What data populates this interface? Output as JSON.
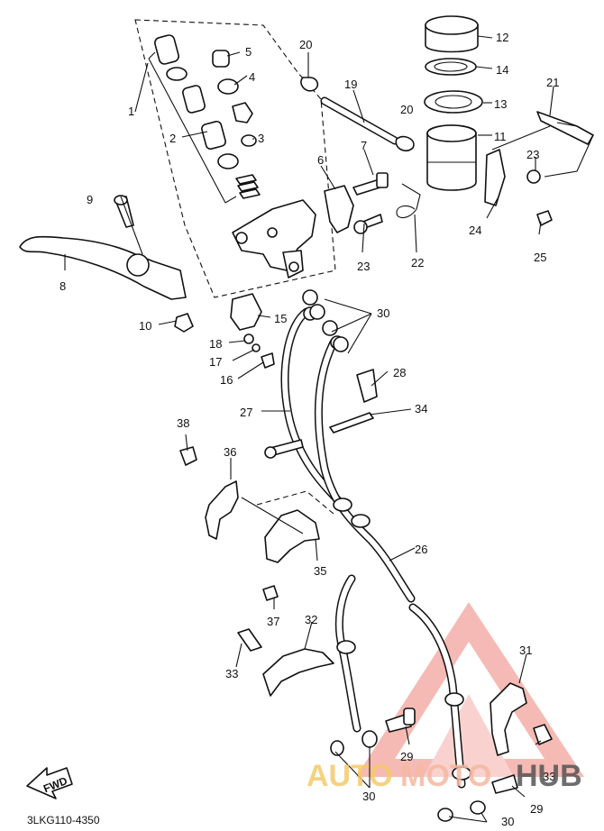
{
  "diagram": {
    "catalog_code": "3LKG110-4350",
    "direction_marker": "FWD",
    "callouts": [
      "1",
      "2",
      "3",
      "4",
      "5",
      "6",
      "7",
      "8",
      "9",
      "10",
      "11",
      "12",
      "13",
      "14",
      "15",
      "16",
      "17",
      "18",
      "19",
      "20",
      "20",
      "21",
      "22",
      "23",
      "23",
      "24",
      "25",
      "26",
      "27",
      "28",
      "29",
      "29",
      "30",
      "30",
      "30",
      "31",
      "32",
      "33",
      "33",
      "34",
      "35",
      "36",
      "37",
      "38"
    ]
  },
  "watermark": {
    "part1": "AUTO",
    "part2": "MOTO",
    "part3": "HUB",
    "colors": {
      "auto": "#f5c96a",
      "moto": "#f5b8a0",
      "hub": "#555555",
      "triangle": "#e8504a"
    }
  }
}
